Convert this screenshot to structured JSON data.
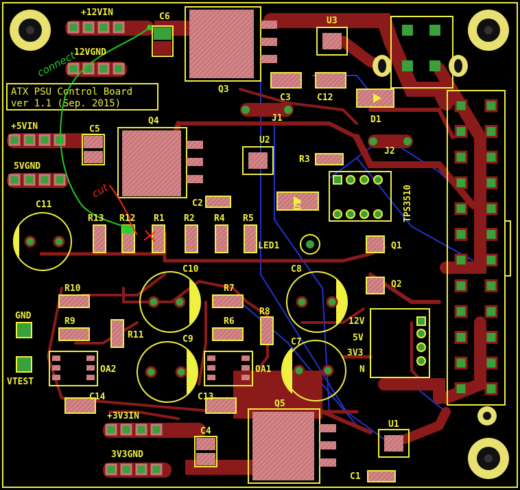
{
  "board": {
    "title_line1": "ATX PSU Control Board",
    "title_line2": "ver 1.1 (Sep. 2015)"
  },
  "labels": {
    "in12": "+12VIN",
    "gnd12": "12VGND",
    "in5": "+5VIN",
    "gnd5": "5VGND",
    "in33": "+3V3IN",
    "gnd33": "3V3GND",
    "gnd": "GND",
    "vtest": "VTEST",
    "c6": "C6",
    "c5": "C5",
    "c11": "C11",
    "c4": "C4",
    "c14": "C14",
    "c13": "C13",
    "c10": "C10",
    "c9": "C9",
    "c8": "C8",
    "c7": "C7",
    "c3": "C3",
    "c12": "C12",
    "c2": "C2",
    "c1": "C1",
    "q3": "Q3",
    "q4": "Q4",
    "q5": "Q5",
    "q1": "Q1",
    "q2": "Q2",
    "u3": "U3",
    "u2": "U2",
    "u1": "U1",
    "d1": "D1",
    "d2": "D2",
    "j1": "J1",
    "j2": "J2",
    "r13": "R13",
    "r12": "R12",
    "r1": "R1",
    "r2": "R2",
    "r4": "R4",
    "r5": "R5",
    "r3": "R3",
    "r10": "R10",
    "r9": "R9",
    "r11": "R11",
    "r7": "R7",
    "r6": "R6",
    "r8": "R8",
    "oa2": "OA2",
    "oa1": "OA1",
    "led1": "LED1",
    "tps": "TPS3510",
    "v12": "12V",
    "v5": "5V",
    "v33": "3V3",
    "n": "N"
  },
  "annotations": {
    "connect": "connect",
    "cut": "cut",
    "connect_color": "#22cc22",
    "cut_color": "#ff2020"
  },
  "colors": {
    "background": "#000000",
    "copper_top": "#8b1a1a",
    "copper_bottom": "#2233cc",
    "silkscreen": "#f0f040",
    "pad": "#c8787a",
    "via_ring": "#3aa03a",
    "mounting_hole": "#e8e070"
  }
}
